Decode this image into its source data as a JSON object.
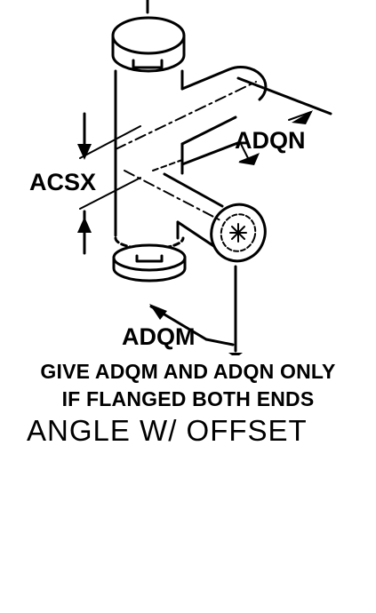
{
  "labels": {
    "dim_acsx": "ACSX",
    "dim_adqn": "ADQN",
    "dim_adqm": "ADQM"
  },
  "note": {
    "line1": "GIVE ADQM AND ADQN ONLY",
    "line2": "IF FLANGED BOTH ENDS"
  },
  "title": "ANGLE W/ OFFSET",
  "colors": {
    "ink": "#000000",
    "background": "#ffffff"
  }
}
